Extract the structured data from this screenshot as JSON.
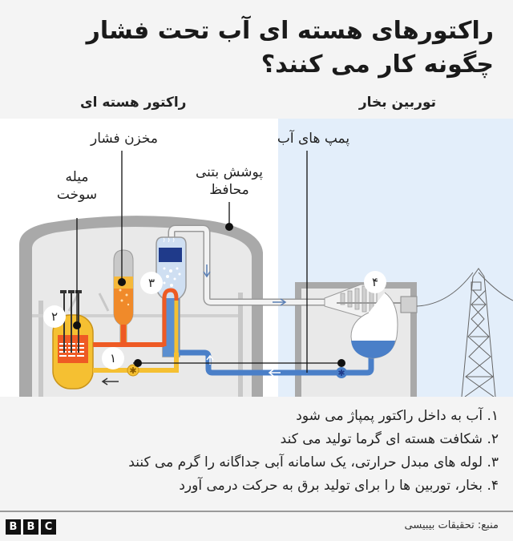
{
  "title": "راکتورهای هسته ای آب تحت فشار چگونه کار می کنند؟",
  "sections": {
    "reactor": "راکتور هسته ای",
    "turbine": "توربین بخار"
  },
  "diagram_labels": {
    "pressurizer": "مخزن فشار",
    "fuel_rod": "میله سوخت",
    "containment": "پوشش بتنی محافظ",
    "water_pumps": "پمپ های آب"
  },
  "markers": [
    "۱",
    "۲",
    "۳",
    "۴"
  ],
  "steps": [
    "۱. آب به داخل راکتور پمپاژ می شود",
    "۲. شکافت هسته ای گرما تولید می کند",
    "۳. لوله های مبدل حرارتی، یک سامانه آبی جداگانه را گرم می کنند",
    "۴. بخار، توربین ها را برای تولید برق به حرکت درمی آورد"
  ],
  "footer": {
    "logo": [
      "B",
      "B",
      "C"
    ],
    "source": "منبع: تحقیقات بیبیسی"
  },
  "colors": {
    "background": "#f4f4f4",
    "turbine_zone": "#e3eefa",
    "containment": "#a9a9a9",
    "primary_hot": "#ee5a24",
    "primary_cool": "#f5c032",
    "secondary_water": "#4a7fc8",
    "steam": "#e0e0e0"
  }
}
